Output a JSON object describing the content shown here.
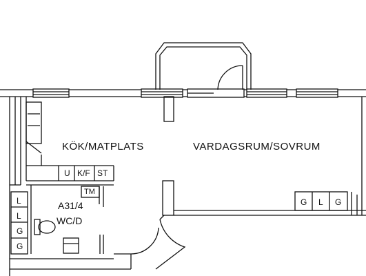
{
  "rooms": {
    "kitchen": "KÖK/MATPLATS",
    "living": "VARDAGSRUM/SOVRUM",
    "code": "A31/4",
    "wc": "WC/D"
  },
  "fixtures": {
    "u": "U",
    "kf": "K/F",
    "st": "ST",
    "tm": "TM",
    "closet_left": [
      "L",
      "L",
      "G",
      "G"
    ],
    "closet_right": [
      "G",
      "L",
      "G"
    ]
  },
  "colors": {
    "line": "#111111",
    "background": "#ffffff"
  }
}
